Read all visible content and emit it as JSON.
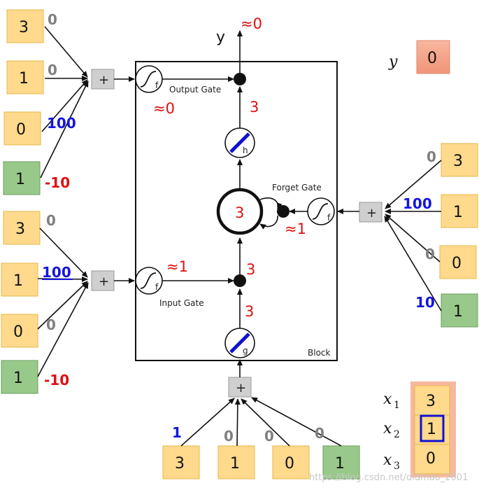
{
  "output_gate_inputs": {
    "values": [
      "3",
      "1",
      "0",
      "1"
    ],
    "weights": [
      "0",
      "0",
      "100",
      "-10"
    ]
  },
  "input_gate_inputs": {
    "values": [
      "3",
      "1",
      "0",
      "1"
    ],
    "weights": [
      "0",
      "100",
      "0",
      "-10"
    ]
  },
  "forget_gate_inputs": {
    "values": [
      "3",
      "1",
      "0",
      "1"
    ],
    "weights": [
      "0",
      "100",
      "0",
      "10"
    ]
  },
  "cell_inputs": {
    "values": [
      "3",
      "1",
      "0",
      "1"
    ],
    "weights": [
      "1",
      "0",
      "0",
      "0"
    ]
  },
  "block": {
    "label": "Block",
    "output_gate_label": "Output Gate",
    "input_gate_label": "Input Gate",
    "forget_gate_label": "Forget Gate",
    "activation_f": "f",
    "activation_g": "g",
    "activation_h": "h",
    "plus_symbol": "+",
    "cell_value": "3",
    "output_gate_value": "≈0",
    "input_gate_value": "≈1",
    "forget_gate_value": "≈1",
    "h_output_value": "3",
    "mult_value": "3",
    "g_output_value": "3"
  },
  "output": {
    "symbol": "y",
    "value": "≈0"
  },
  "legend": {
    "y_label": "y",
    "y_value": "0",
    "x_labels": [
      "x",
      "x",
      "x"
    ],
    "x_subscripts": [
      "1",
      "2",
      "3"
    ],
    "x_values": [
      "3",
      "1",
      "0"
    ]
  },
  "watermark": "https://blog.csdn.net/didmao_2001",
  "colors": {
    "input_box": "#ffd98c",
    "input_border": "#e6b84a",
    "bias_box": "#99c98a",
    "bias_border": "#6a9e5c",
    "y_box": "#f4a58a",
    "highlight_border": "#1010d0",
    "red": "#e01010",
    "blue": "#1414e0",
    "gray": "#808080"
  }
}
